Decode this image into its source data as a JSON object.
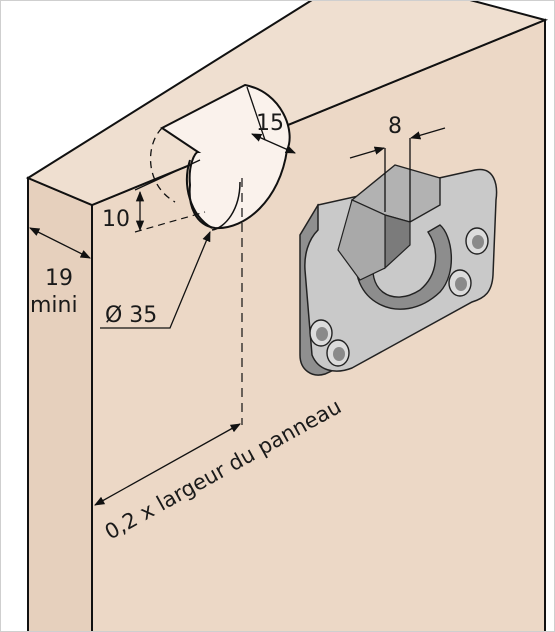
{
  "dimensions": {
    "depth_15": "15",
    "width_8": "8",
    "height_10": "10",
    "thickness_value": "19",
    "thickness_note": "mini",
    "diameter": "Ø 35",
    "offset_formula": "0,2 x largeur du panneau"
  },
  "colors": {
    "panel": "#ecd8c6",
    "panel_edge": "#111111",
    "bore": "#faf2ec",
    "fitting_light": "#c9c9c9",
    "fitting_mid": "#a9a9a9",
    "fitting_dark": "#7b7b7b",
    "line": "#111111"
  }
}
